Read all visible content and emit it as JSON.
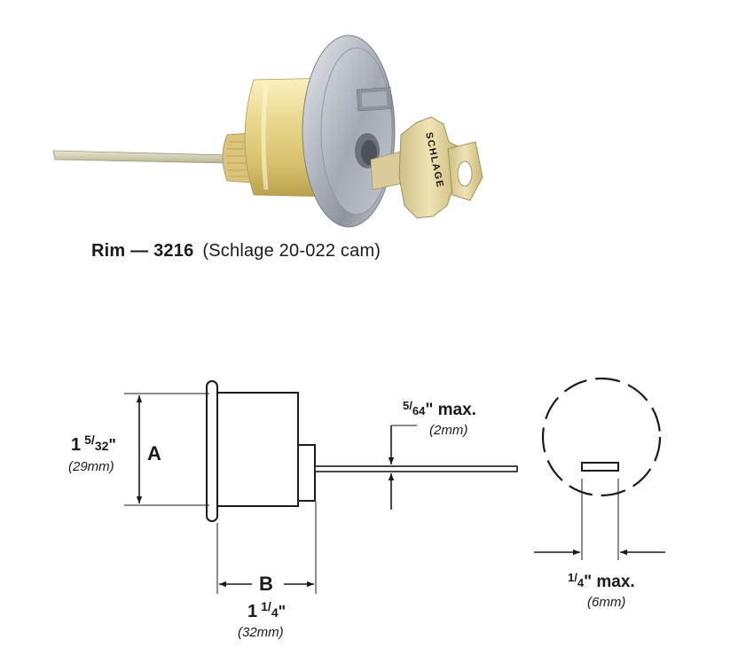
{
  "caption": {
    "model": "Rim — 3216",
    "cam": "(Schlage 20-022 cam)"
  },
  "key_stamp": "SCHLAGE",
  "dimension_A": {
    "letter": "A",
    "whole": "1",
    "num": "5",
    "den": "32",
    "unit": "\"",
    "metric": "(29mm)"
  },
  "dimension_B": {
    "letter": "B",
    "whole": "1",
    "num": "1",
    "den": "4",
    "unit": "\"",
    "metric": "(32mm)"
  },
  "cam_thickness": {
    "num": "5",
    "den": "64",
    "suffix": "\" max.",
    "metric": "(2mm)"
  },
  "cam_width": {
    "num": "1",
    "den": "4",
    "suffix": "\" max.",
    "metric": "(6mm)"
  },
  "colors": {
    "brass": "#e6d58d",
    "chrome": "#b8bcc4",
    "line": "#1a1a1a"
  }
}
